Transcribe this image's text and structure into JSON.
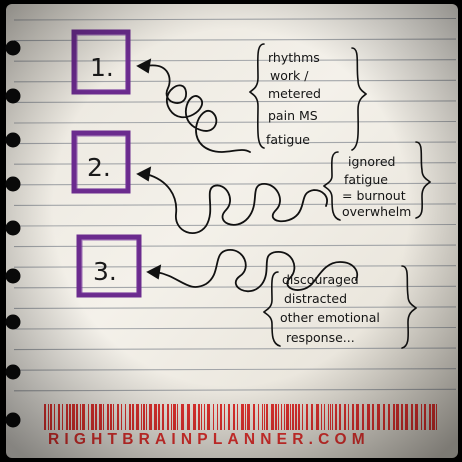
{
  "colors": {
    "paper": "#f1eee6",
    "rule": "#8a8f96",
    "ink": "#111111",
    "box": "#6b2b8e",
    "barcode": "#e0312e"
  },
  "steps": [
    {
      "label": "1.",
      "notes": [
        "rhythms",
        "work /",
        "metered",
        "pain MS",
        "fatigue"
      ]
    },
    {
      "label": "2.",
      "notes": [
        "ignored",
        "fatigue",
        "= burnout",
        "overwhelm"
      ]
    },
    {
      "label": "3.",
      "notes": [
        "discouraged",
        "distracted",
        "other emotional",
        "response..."
      ]
    }
  ],
  "footer": {
    "site": "RIGHTBRAINPLANNER.COM"
  }
}
